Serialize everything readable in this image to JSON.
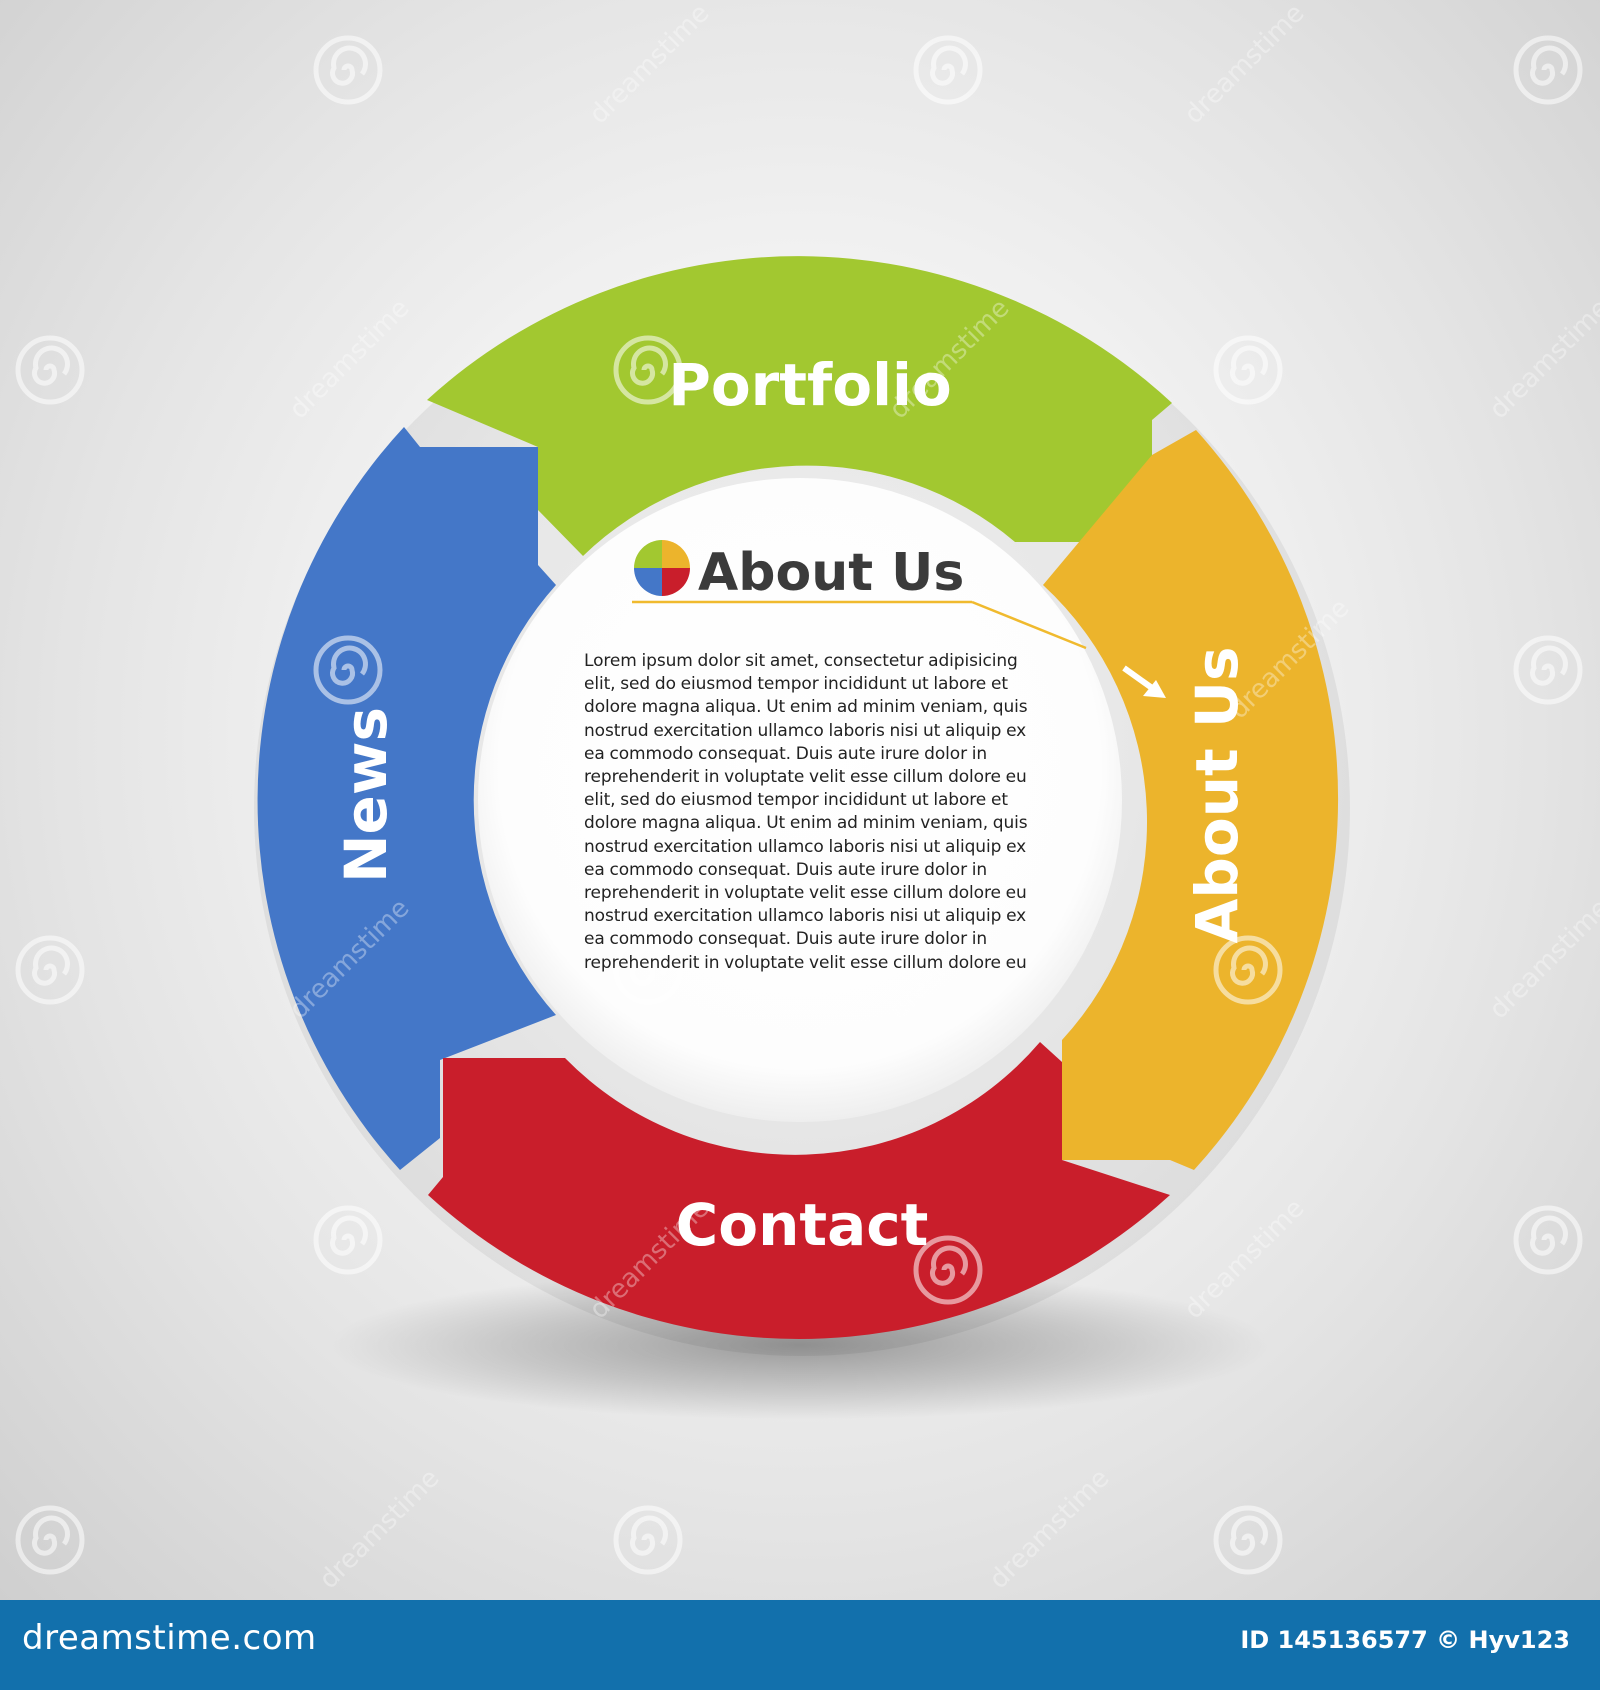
{
  "diagram": {
    "segments": [
      {
        "label": "Portfolio",
        "color": "#a2c830"
      },
      {
        "label": "About Us",
        "color": "#ecb42c"
      },
      {
        "label": "Contact",
        "color": "#c91e2b"
      },
      {
        "label": "News",
        "color": "#4477c8"
      }
    ],
    "center": {
      "heading": "About Us",
      "heading_color": "#3b3b3b",
      "underline_color": "#f0ba2e",
      "icon": "pie-chart-icon",
      "lines": [
        "Lorem ipsum dolor sit amet, consectetur adipisicing",
        "elit, sed do eiusmod tempor incididunt ut labore et",
        "dolore magna aliqua. Ut enim ad minim veniam, quis",
        "nostrud exercitation ullamco laboris nisi ut aliquip ex",
        "ea commodo consequat. Duis aute irure dolor in",
        "reprehenderit in voluptate velit esse cillum dolore eu",
        "elit, sed do eiusmod tempor incididunt ut labore et",
        "dolore magna aliqua. Ut enim ad minim veniam, quis",
        "nostrud exercitation ullamco laboris nisi ut aliquip ex",
        "ea commodo consequat. Duis aute irure dolor in",
        "reprehenderit in voluptate velit esse cillum dolore eu",
        "nostrud exercitation ullamco laboris nisi ut aliquip ex",
        "ea commodo consequat. Duis aute irure dolor in",
        "reprehenderit in voluptate velit esse cillum dolore eu"
      ]
    }
  },
  "watermark": {
    "text": "dreamstime",
    "icon": "spiral-logo-icon"
  },
  "footer": {
    "brand": "dreamstime.com",
    "id_text": "ID 145136577 © Hyv123",
    "color": "#1270ac"
  }
}
